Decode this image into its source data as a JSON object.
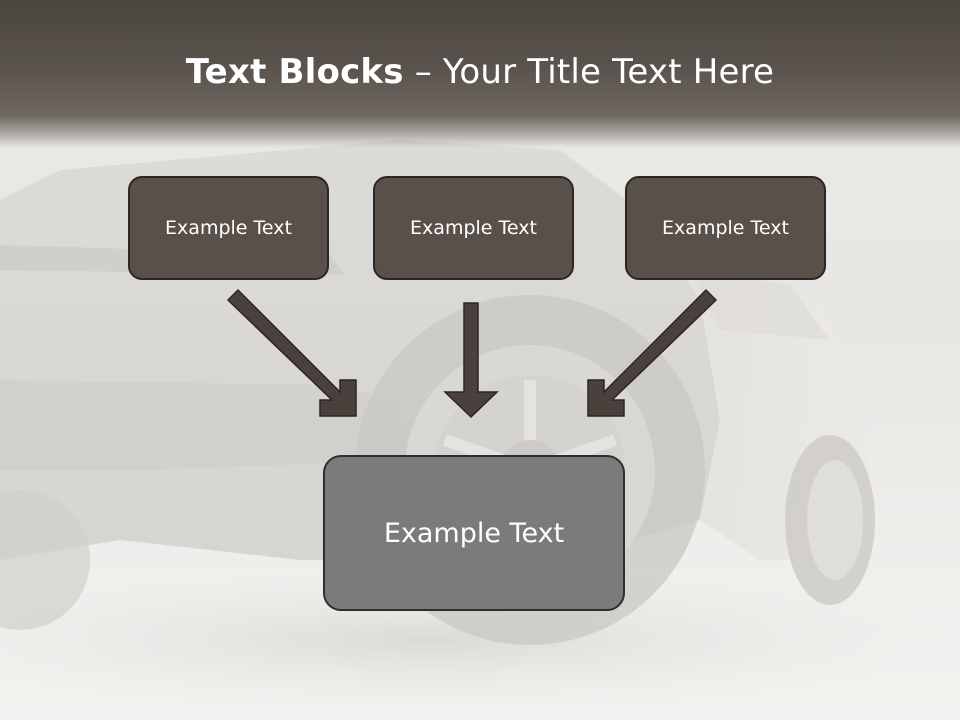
{
  "title": {
    "bold": "Text Blocks",
    "separator": " – ",
    "rest": "Your Title Text Here"
  },
  "blocks": {
    "left": "Example Text",
    "center": "Example Text",
    "right": "Example Text",
    "bottom": "Example Text"
  },
  "colors": {
    "title_band": "#4b4540",
    "top_box_fill": "#5a504a",
    "bottom_box_fill": "#7b7b7b",
    "arrow": "#4a413c"
  }
}
